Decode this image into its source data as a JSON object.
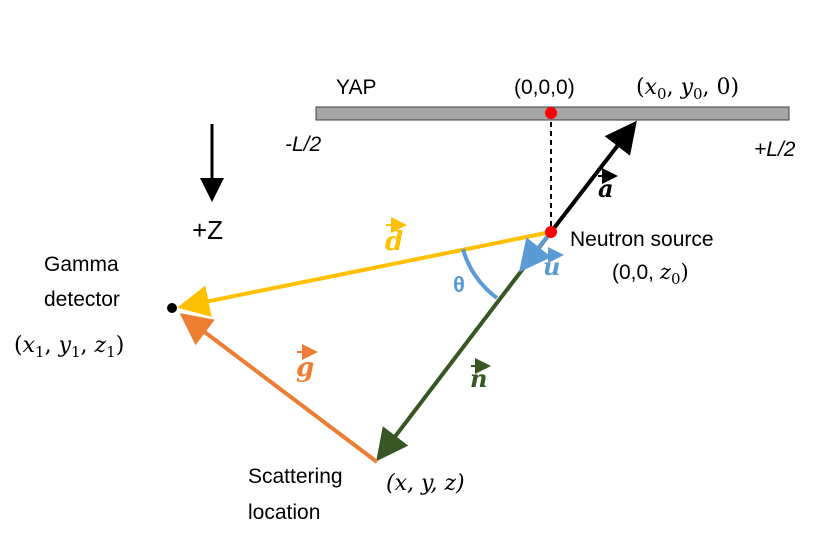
{
  "labels": {
    "yap": "YAP",
    "origin": "(0,0,0)",
    "minus_half_length": "-L/2",
    "plus_half_length": "+L/2",
    "z_axis": "+Z",
    "gamma_detector_line1": "Gamma",
    "gamma_detector_line2": "detector",
    "neutron_source": "Neutron source",
    "scattering_line1": "Scattering",
    "scattering_line2": "location",
    "theta": "θ"
  },
  "coordinates": {
    "point_on_yap": {
      "open": "(",
      "x": "x",
      "x_sub": "0",
      "sep1": ", ",
      "y": "y",
      "y_sub": "0",
      "sep2": ", ",
      "z": "0",
      "close": ")"
    },
    "source": {
      "open": "(0,0, ",
      "z": "z",
      "z_sub": "0",
      "close": ")"
    },
    "detector": {
      "open": "(",
      "x": "x",
      "x_sub": "1",
      "sep1": ", ",
      "y": "y",
      "y_sub": "1",
      "sep2": ", ",
      "z": "z",
      "z_sub": "1",
      "close": ")"
    },
    "scatter": "(x, y, z)"
  },
  "vectors": {
    "a": {
      "letter": "a",
      "color": "#000000"
    },
    "d": {
      "letter": "d",
      "color": "#FFC000"
    },
    "u": {
      "letter": "u",
      "color": "#5B9BD5"
    },
    "n": {
      "letter": "n",
      "color": "#375623"
    },
    "g": {
      "letter": "g",
      "color": "#ED7D31"
    }
  },
  "colors": {
    "detector_bar": "#A6A6A6",
    "point_marker": "#FF0000",
    "angle_arc": "#5B9BD5",
    "dashed_line": "#000000"
  }
}
